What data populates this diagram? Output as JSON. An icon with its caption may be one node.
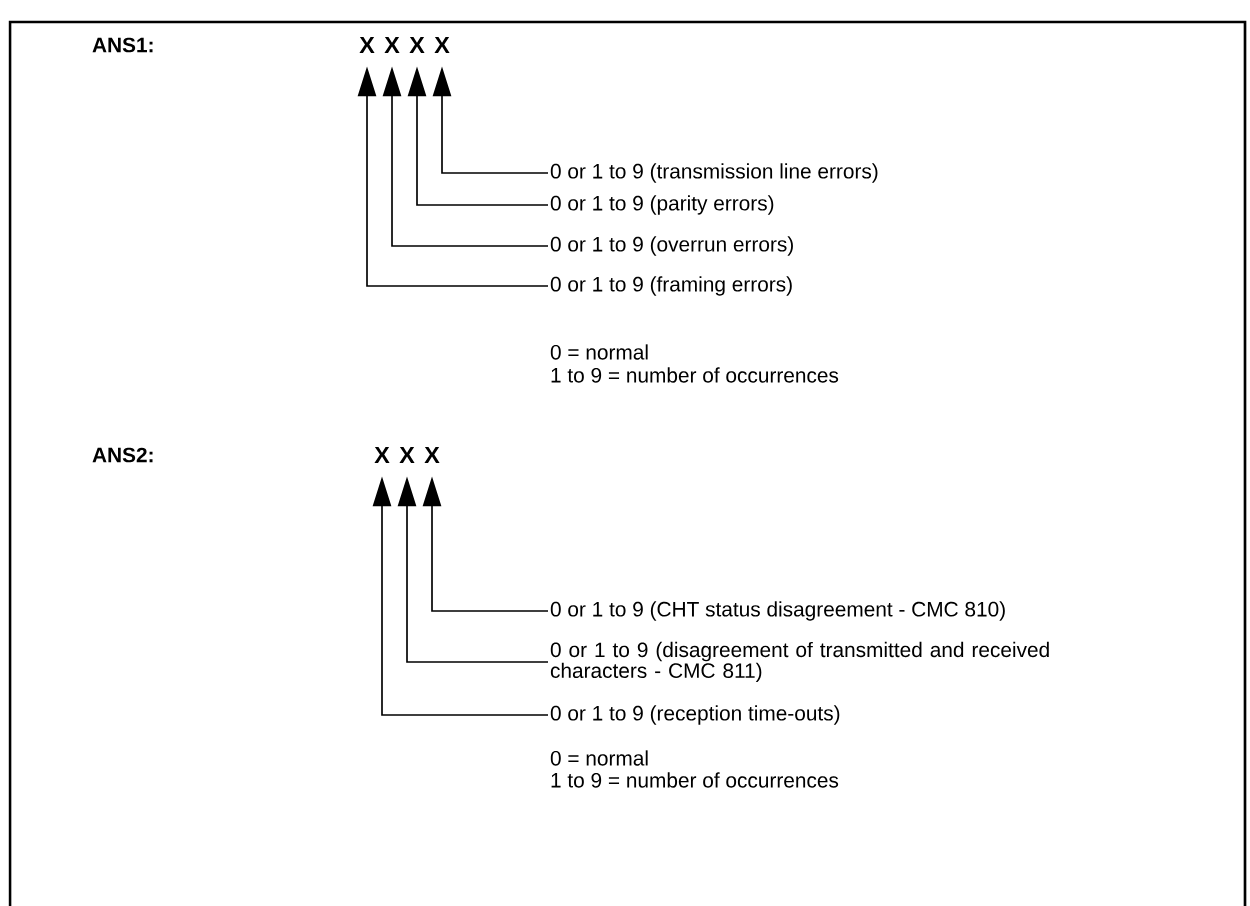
{
  "diagram": {
    "nodes": [
      {
        "text": [
          "X"
        ]
      },
      {
        "text": [
          "X"
        ]
      },
      {
        "text": [
          "X"
        ]
      },
      {
        "text": [
          "X"
        ]
      },
      {
        "text": [
          "0 or 1 to 9 (transmission line errors)"
        ]
      },
      {
        "text": [
          "0 or 1 to 9 (parity errors)"
        ]
      },
      {
        "text": [
          "0 or 1 to 9 (overrun errors)"
        ]
      },
      {
        "text": [
          "0 or 1 to 9 (framing errors)"
        ]
      },
      {
        "text": [
          "X"
        ]
      },
      {
        "text": [
          "X"
        ]
      },
      {
        "text": [
          "X"
        ]
      },
      {
        "text": [
          "0 or 1 to 9 (CHT status disagreement - CMC 810)"
        ]
      },
      {
        "text": [
          "0 or 1 to 9 (disagreement of transmitted and received characters - CMC 811)"
        ]
      },
      {
        "text": [
          "0 or 1 to 9 (reception time-outs)"
        ]
      }
    ],
    "edges": [
      {
        "from": 4,
        "to": 3,
        "arrow": "to"
      },
      {
        "from": 5,
        "to": 2,
        "arrow": "to"
      },
      {
        "from": 6,
        "to": 1,
        "arrow": "to"
      },
      {
        "from": 7,
        "to": 0,
        "arrow": "to"
      },
      {
        "from": 11,
        "to": 10,
        "arrow": "to"
      },
      {
        "from": 12,
        "to": 9,
        "arrow": "to"
      },
      {
        "from": 13,
        "to": 8,
        "arrow": "to"
      }
    ],
    "labels": [
      "ANS1:",
      "0 = normal",
      "1 to 9 = number of occurrences",
      "ANS2:",
      "0 = normal",
      "1 to 9 = number of occurrences"
    ]
  }
}
